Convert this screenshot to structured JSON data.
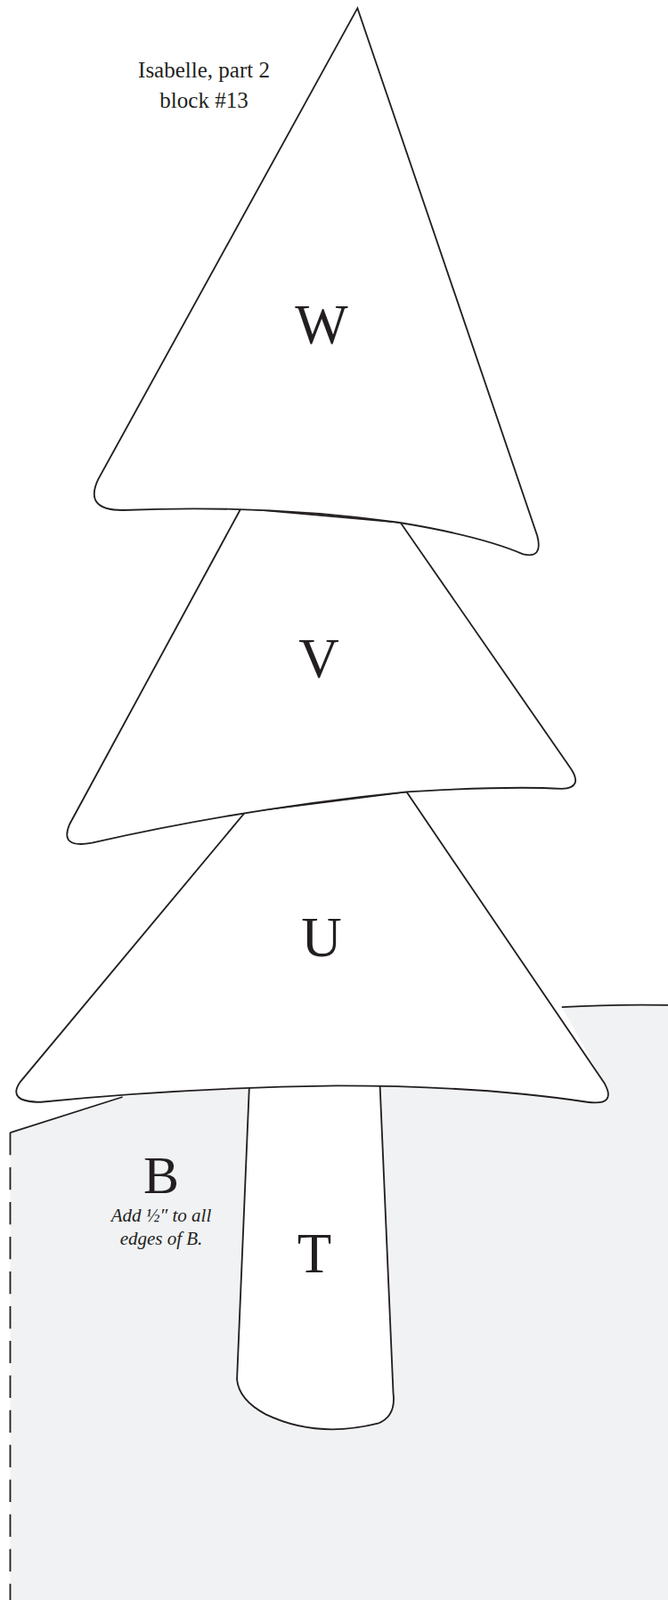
{
  "diagram": {
    "title": "Isabelle, part 2 block #13",
    "nodes": [
      {
        "text": [
          "W"
        ]
      },
      {
        "text": [
          "V"
        ]
      },
      {
        "text": [
          "U"
        ]
      },
      {
        "text": [
          "B",
          "Add ½″ to all edges of B."
        ]
      },
      {
        "text": [
          "T"
        ],
        "in": 3
      }
    ]
  }
}
